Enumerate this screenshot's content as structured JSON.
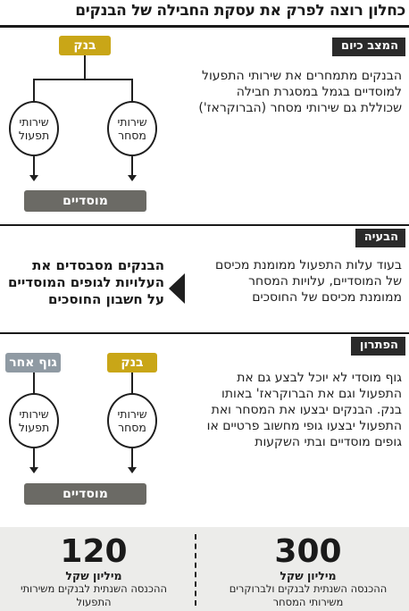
{
  "title": "כחלון רוצה לפרק את עסקת החבילה של הבנקים",
  "current": {
    "tag": "המצב כיום",
    "top_box": "בנק",
    "left_bubble": "שירותי תפעול",
    "right_bubble": "שירותי מסחר",
    "bottom_box": "מוסדיים",
    "text": "הבנקים מתמחרים את שירותי התפעול למוסדיים בגמל במסגרת חבילה שכוללת גם שירותי מסחר (הברוקראז')"
  },
  "problem": {
    "tag": "הבעיה",
    "text": "בעוד עלות התפעול ממומנת מכיסם של המוסדיים, עלויות המסחר ממומנת מכיסם של החוסכים",
    "result": "הבנקים מסבסדים את העלויות לגופים המוסדיים על חשבון החוסכים"
  },
  "solution": {
    "tag": "הפתרון",
    "left_box": "גוף אחר",
    "right_box": "בנק",
    "left_bubble": "שירותי תפעול",
    "right_bubble": "שירותי מסחר",
    "bottom_box": "מוסדיים",
    "text": "גוף מוסדי לא יוכל לבצע גם את התפעול וגם את הברוקראז' באותו בנק. הבנקים יבצעו את המסחר ואת התפעול יבצעו גופי מחשוב פרטיים או גופים מוסדיים ובתי השקעות"
  },
  "stats": [
    {
      "value": "120",
      "unit": "מיליון שקל",
      "desc": "ההכנסה השנתית לבנקים משירותי התפעול"
    },
    {
      "value": "300",
      "unit": "מיליון שקל",
      "desc": "ההכנסה השנתית לבנקים ולברוקרים משירותי המסחר"
    }
  ]
}
